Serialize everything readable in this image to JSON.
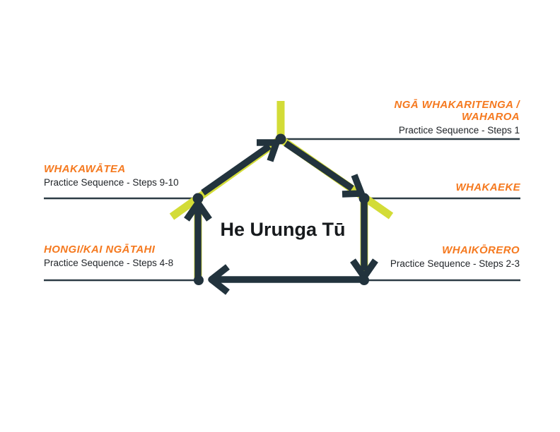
{
  "diagram": {
    "title": "He Urunga Tū",
    "stations": [
      {
        "id": "nga-whakaritenga-waharoa",
        "name": "NGĀ WHAKARITENGA / WAHAROA",
        "detail": "Practice Sequence - Steps 1",
        "align": "right"
      },
      {
        "id": "whakaeke",
        "name": "WHAKAEKE",
        "detail": "",
        "align": "right"
      },
      {
        "id": "whaikorero",
        "name": "WHAIKŌRERO",
        "detail": "Practice Sequence - Steps 2-3",
        "align": "right"
      },
      {
        "id": "hongi-kai-ngatahi",
        "name": "HONGI/KAI NGĀTAHI",
        "detail": "Practice Sequence - Steps 4-8",
        "align": "left"
      },
      {
        "id": "whakawatea",
        "name": "WHAKAWĀTEA",
        "detail": "Practice Sequence - Steps 9-10",
        "align": "left"
      }
    ]
  },
  "colors": {
    "orange": "#f5791f",
    "yellow": "#d3dc37",
    "dark": "#22333d",
    "line": "#2d3c45",
    "text": "#212529",
    "title_text": "#171a1d"
  }
}
